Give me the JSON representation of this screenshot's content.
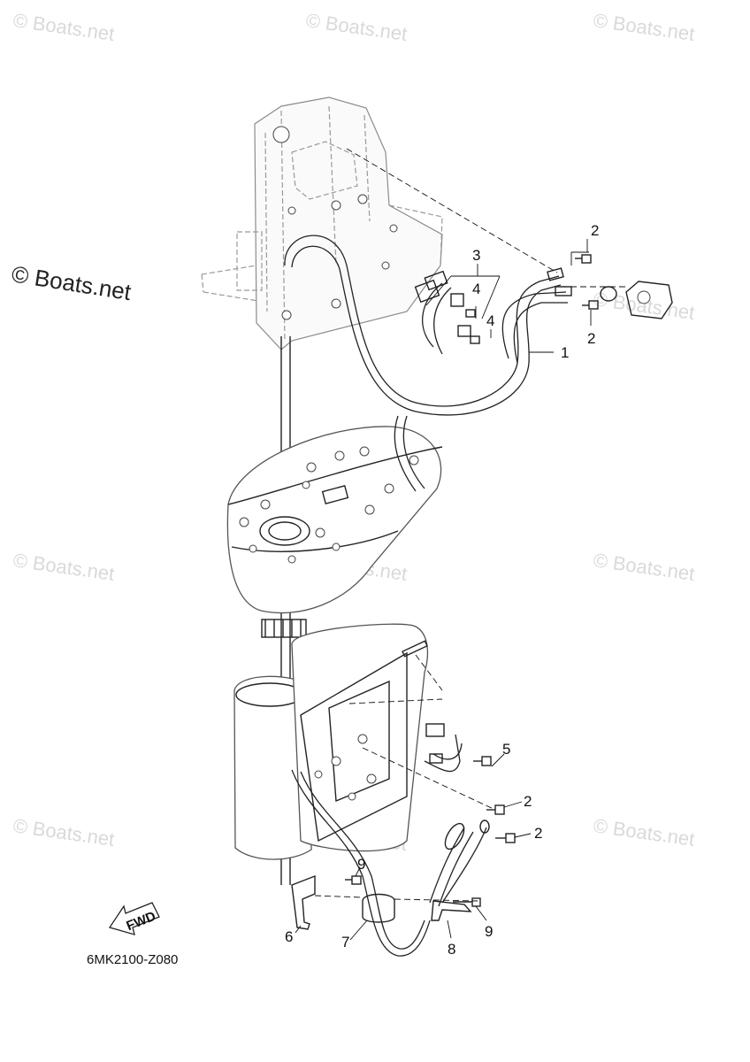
{
  "watermarks": {
    "corner_text": "© Boats.net",
    "side_text": "© Boats.net"
  },
  "diagram": {
    "code": "6MK2100-Z080",
    "fwd_label": "FWD",
    "callouts": [
      "1",
      "2",
      "2",
      "3",
      "4",
      "4",
      "5",
      "2",
      "2",
      "9",
      "6",
      "7",
      "9",
      "8"
    ]
  }
}
